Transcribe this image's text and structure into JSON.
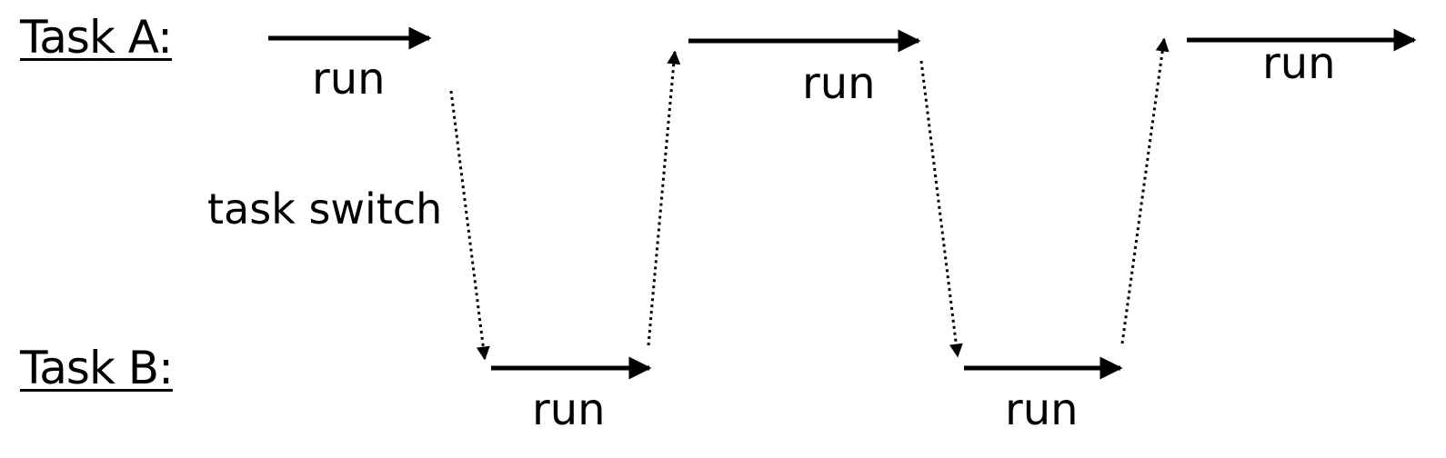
{
  "tasks": {
    "a_label": "Task A:",
    "b_label": "Task B:"
  },
  "run_label": "run",
  "switch_label": "task switch",
  "colors": {
    "ink": "#000000",
    "background": "#ffffff"
  }
}
